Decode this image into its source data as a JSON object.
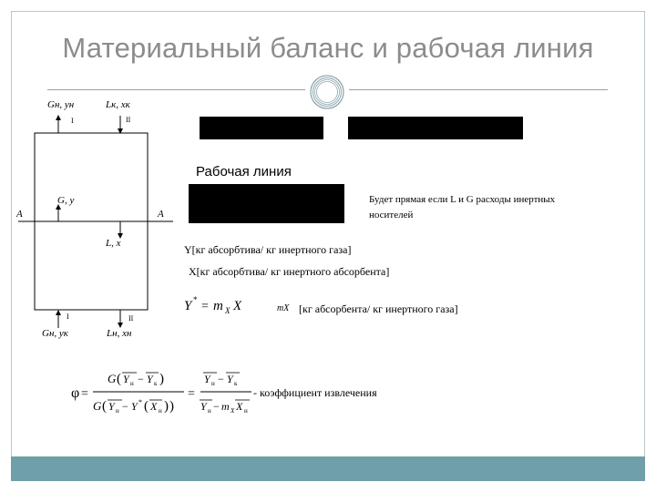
{
  "slide": {
    "title": "Материальный баланс и рабочая линия",
    "section_label": "Рабочая линия",
    "straight_line_note": "Будет прямая если L и G расходы инертных",
    "straight_line_note_2": "носителей",
    "y_definition": "Y[кг абсорбтива/ кг инертного газа]",
    "x_definition": "X[кг абсорбтива/ кг инертного абсорбента]",
    "mx_definition": "[кг абсорбента/ кг инертного газа]",
    "recovery_coefficient": "- коэффициент извлечения"
  },
  "diagram": {
    "label_Gn_yn": "Gн, yн",
    "label_Lk_xk": "Lк, xк",
    "label_G_y": "G, y",
    "label_L_x": "L, x",
    "label_Gk_yk": "Gн, yк",
    "label_Ln_xn": "Lн, xн",
    "label_A_left": "A",
    "label_A_right": "A",
    "label_I_top": "I",
    "label_II_top": "II",
    "label_I_bottom": "I",
    "label_II_bottom": "II"
  },
  "formulas": {
    "equilibrium": "Y* = mX X",
    "mx_symbol": "mX",
    "phi_expression": "φ = G(Yн − Yк) / G(Yн − Y*(Xн)) = (Yн − Yк)/(Yн − mX Xн)"
  },
  "colors": {
    "title": "#8c8c8c",
    "accent": "#6f9fa9",
    "frame": "#b9c6cc"
  }
}
